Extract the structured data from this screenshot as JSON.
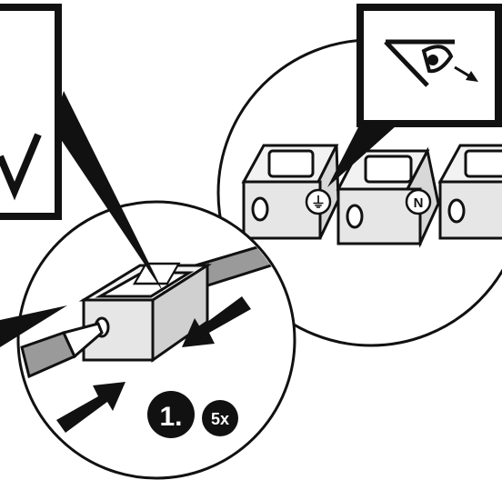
{
  "step": {
    "number_label": "1.",
    "repeat_label": "5x"
  },
  "terminals": {
    "neutral_label": "N",
    "ground_label": "⏚"
  },
  "icons": {
    "confirm": "checkmark-icon",
    "inspect": "eye-inspect-icon",
    "press_arrows": "arrow-icon"
  },
  "colors": {
    "ink": "#111111",
    "wire_gray": "#9a9a9a",
    "terminal_fill": "#e6e6e6",
    "background": "#ffffff"
  }
}
